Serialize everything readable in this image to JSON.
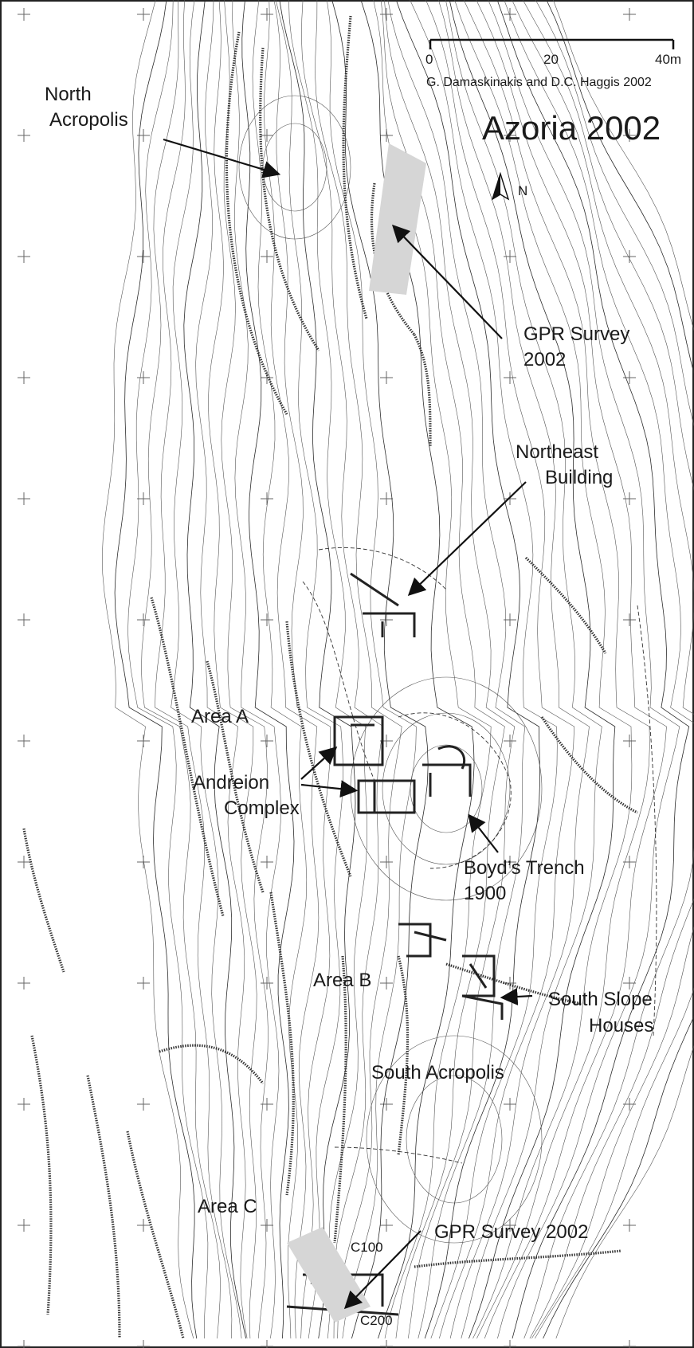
{
  "map": {
    "title": "Azoria 2002",
    "credit": "G. Damaskinakis and D.C. Haggis 2002",
    "scale": {
      "ticks": [
        "0",
        "20",
        "40m"
      ]
    },
    "north_label": "N",
    "labels": {
      "north_acropolis_1": "North",
      "north_acropolis_2": "Acropolis",
      "gpr_north_1": "GPR Survey",
      "gpr_north_2": "2002",
      "northeast_1": "Northeast",
      "northeast_2": "Building",
      "area_a": "Area A",
      "andreion_1": "Andreion",
      "andreion_2": "Complex",
      "boyd_1": "Boyd’s Trench",
      "boyd_2": "1900",
      "area_b": "Area B",
      "south_slope_1": "South Slope",
      "south_slope_2": "Houses",
      "south_acropolis": "South Acropolis",
      "area_c": "Area C",
      "gpr_south": "GPR Survey 2002",
      "c100": "C100",
      "c200": "C200"
    },
    "icons": [
      "north-arrow-icon"
    ]
  }
}
